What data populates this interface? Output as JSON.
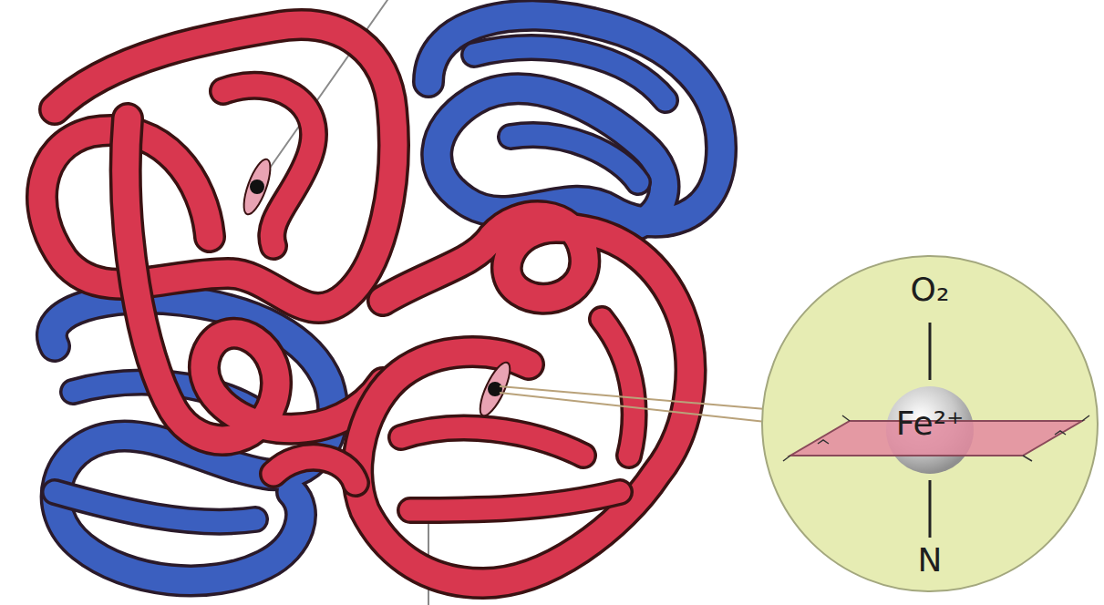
{
  "diagram": {
    "nodes": [
      {
        "text": [
          "O₂",
          "Fe²⁺",
          "N"
        ]
      }
    ]
  }
}
